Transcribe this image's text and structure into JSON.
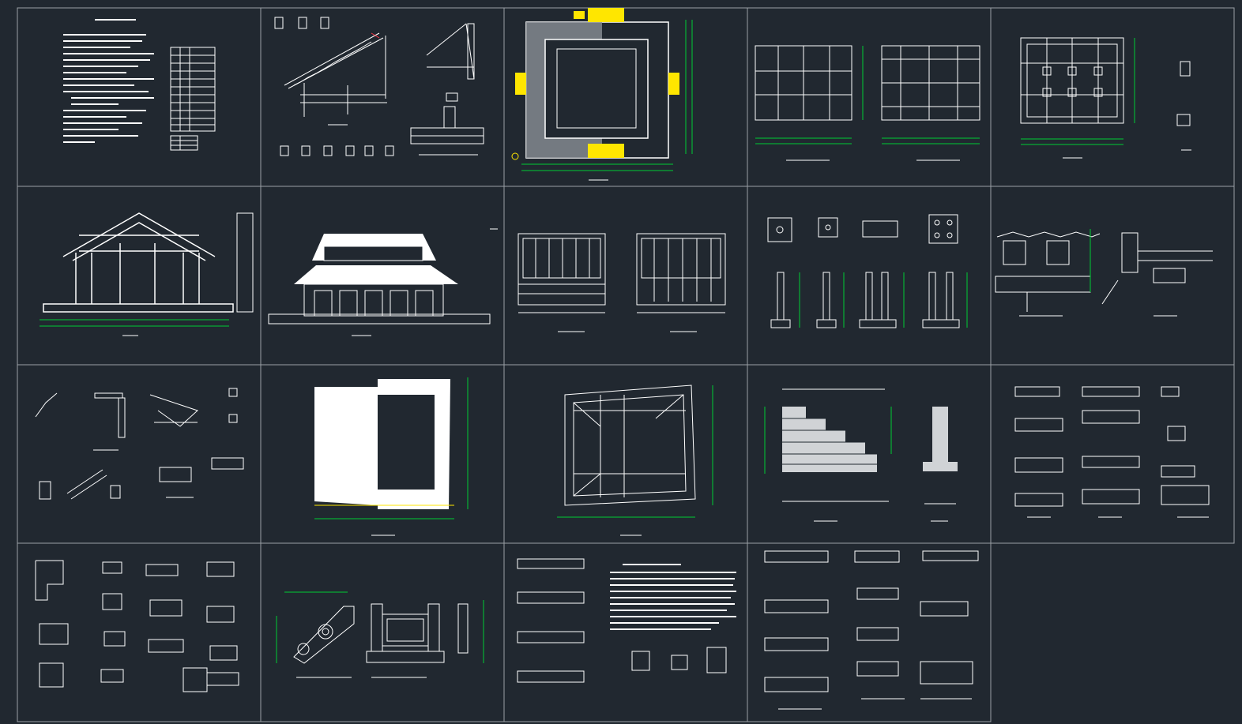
{
  "viewer": {
    "background": "#212830",
    "line_color": "#ffffff",
    "dimension_color": "#00cc33",
    "highlight_color": "#ffe600",
    "grid_color": "#9aa0a6"
  },
  "sheet_grid": {
    "rows": 4,
    "columns": 5,
    "panel_count": 19
  },
  "panels": [
    {
      "id": "notes-and-table",
      "content": "design-notes-text-and-schedule-table"
    },
    {
      "id": "roof-section-details",
      "content": "roof-slope-section-and-bracket-details"
    },
    {
      "id": "site-plan",
      "content": "hatched-courtyard-plan-with-yellow-steps"
    },
    {
      "id": "beam-layout-plans",
      "content": "two-framing-plans-with-dimension-lines"
    },
    {
      "id": "column-grid-plan",
      "content": "column-grid-plan-and-node-details"
    },
    {
      "id": "cross-section",
      "content": "hall-cross-section"
    },
    {
      "id": "front-elevation",
      "content": "double-eave-hall-front-elevation"
    },
    {
      "id": "lattice-door-elevations",
      "content": "two-lattice-door-elevations"
    },
    {
      "id": "column-base-details",
      "content": "column-base-plans-and-sections"
    },
    {
      "id": "bracket-set-details",
      "content": "dougong-bracket-set-details"
    },
    {
      "id": "eave-details",
      "content": "eave-corner-and-rafter-details"
    },
    {
      "id": "roof-plan",
      "content": "roof-plan-with-white-roof-surface"
    },
    {
      "id": "roof-framing-plan",
      "content": "roof-framing-plan"
    },
    {
      "id": "stair-wall-details",
      "content": "stepped-brick-wall-and-pier-section"
    },
    {
      "id": "beam-joint-details-a",
      "content": "beam-joint-detail-sheet"
    },
    {
      "id": "misc-details",
      "content": "assorted-connection-details"
    },
    {
      "id": "stone-railing-details",
      "content": "stone-balustrade-and-scroll-details"
    },
    {
      "id": "text-and-sections",
      "content": "construction-notes-and-sections"
    },
    {
      "id": "beam-joint-details-b",
      "content": "beam-joint-detail-sheet"
    }
  ]
}
